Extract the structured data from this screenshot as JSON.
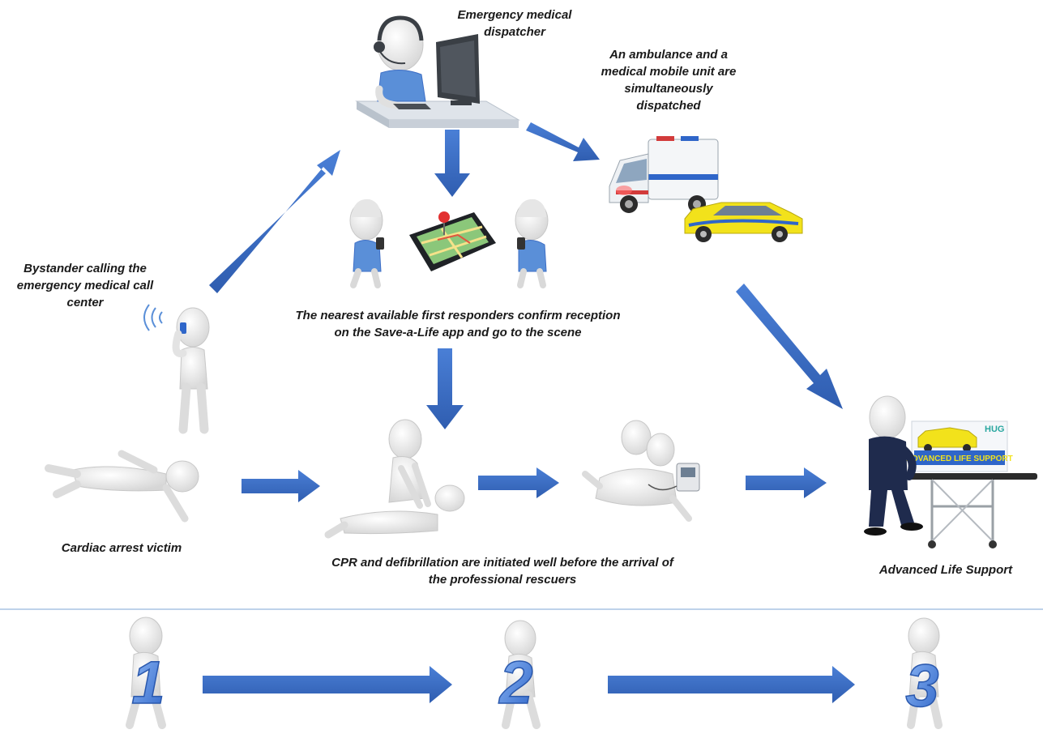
{
  "labels": {
    "dispatcher": "Emergency medical dispatcher",
    "ambulance": "An ambulance and a medical mobile unit are simultaneously dispatched",
    "bystander": "Bystander calling the emergency medical call center",
    "responders": "The nearest available first responders confirm reception on the Save-a-Life app and go to the scene",
    "victim": "Cardiac arrest victim",
    "cpr": "CPR and defibrillation are initiated well before the arrival of the professional rescuers",
    "als": "Advanced Life Support"
  },
  "sign": {
    "text": "ADVANCED LIFE SUPPORT",
    "logo": "HUG"
  },
  "steps": [
    "1",
    "2",
    "3"
  ],
  "colors": {
    "arrow": "#3e6fc6",
    "figure": "#f0f0f0",
    "figure_stroke": "#c8c8c8",
    "number": "#5b8fe0",
    "divider": "#a9c4e4"
  }
}
